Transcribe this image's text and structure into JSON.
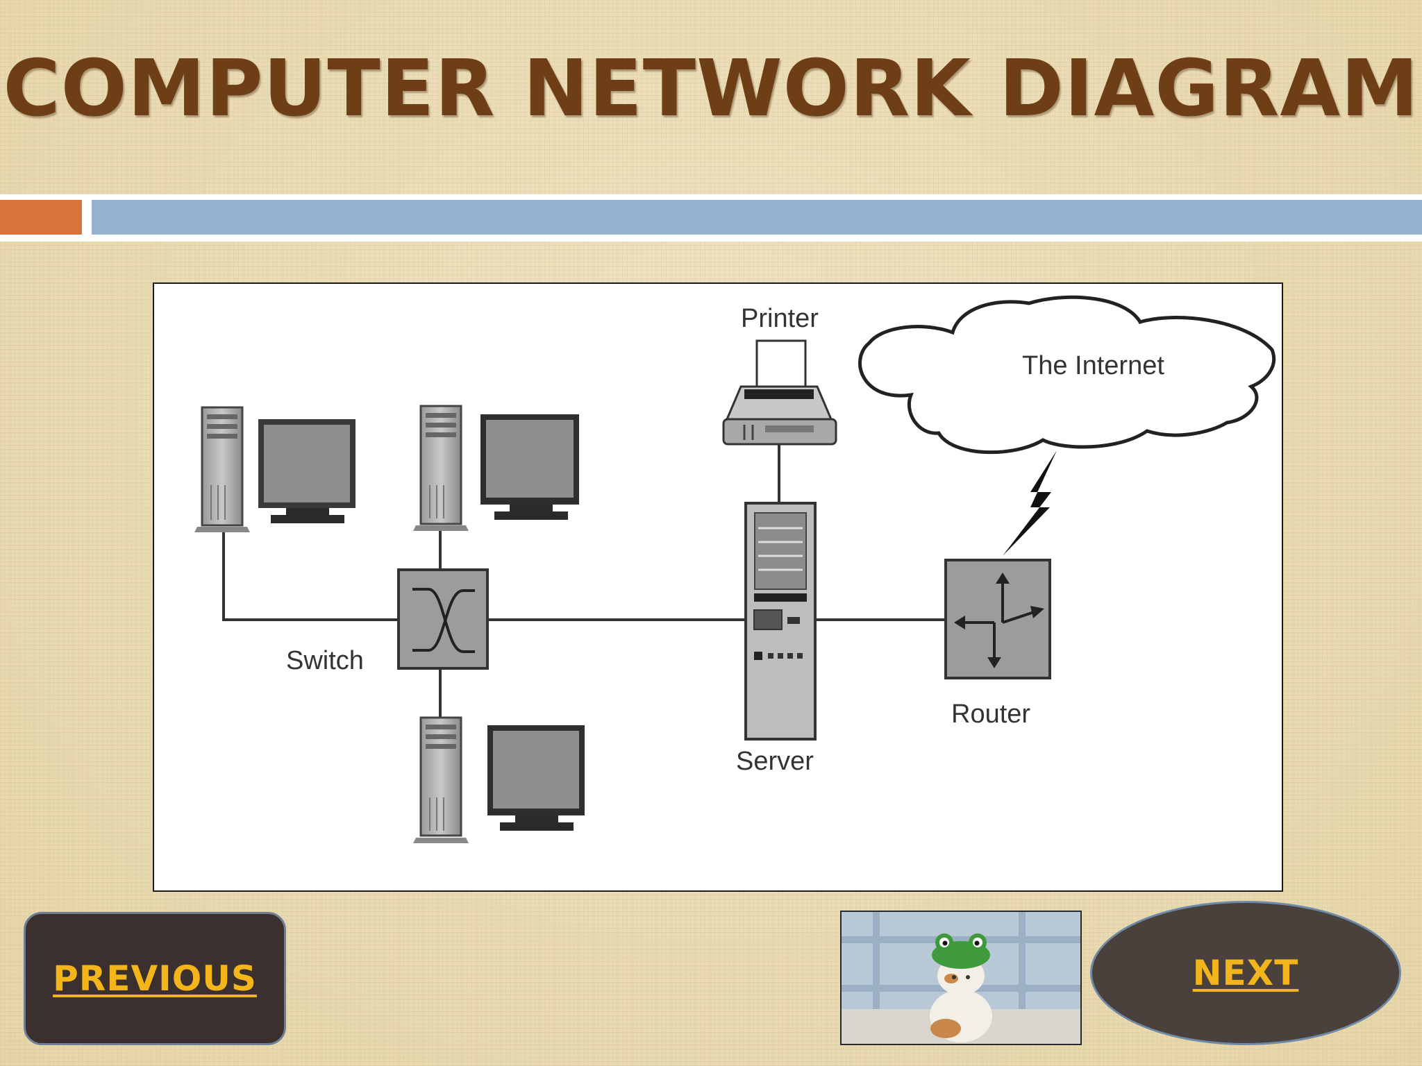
{
  "slide": {
    "title": "COMPUTER NETWORK DIAGRAM"
  },
  "diagram": {
    "labels": {
      "printer": "Printer",
      "internet": "The Internet",
      "switch": "Switch",
      "router": "Router",
      "server": "Server"
    }
  },
  "navigation": {
    "previous_label": "PREVIOUS",
    "next_label": "NEXT"
  },
  "colors": {
    "title": "#6e3f16",
    "accent_orange": "#d9743c",
    "accent_blue": "#93b3d1",
    "button_text": "#f3b51b",
    "button_bg": "#3b302d"
  },
  "icons": {
    "photo": "cat-in-frog-hat-photo"
  }
}
